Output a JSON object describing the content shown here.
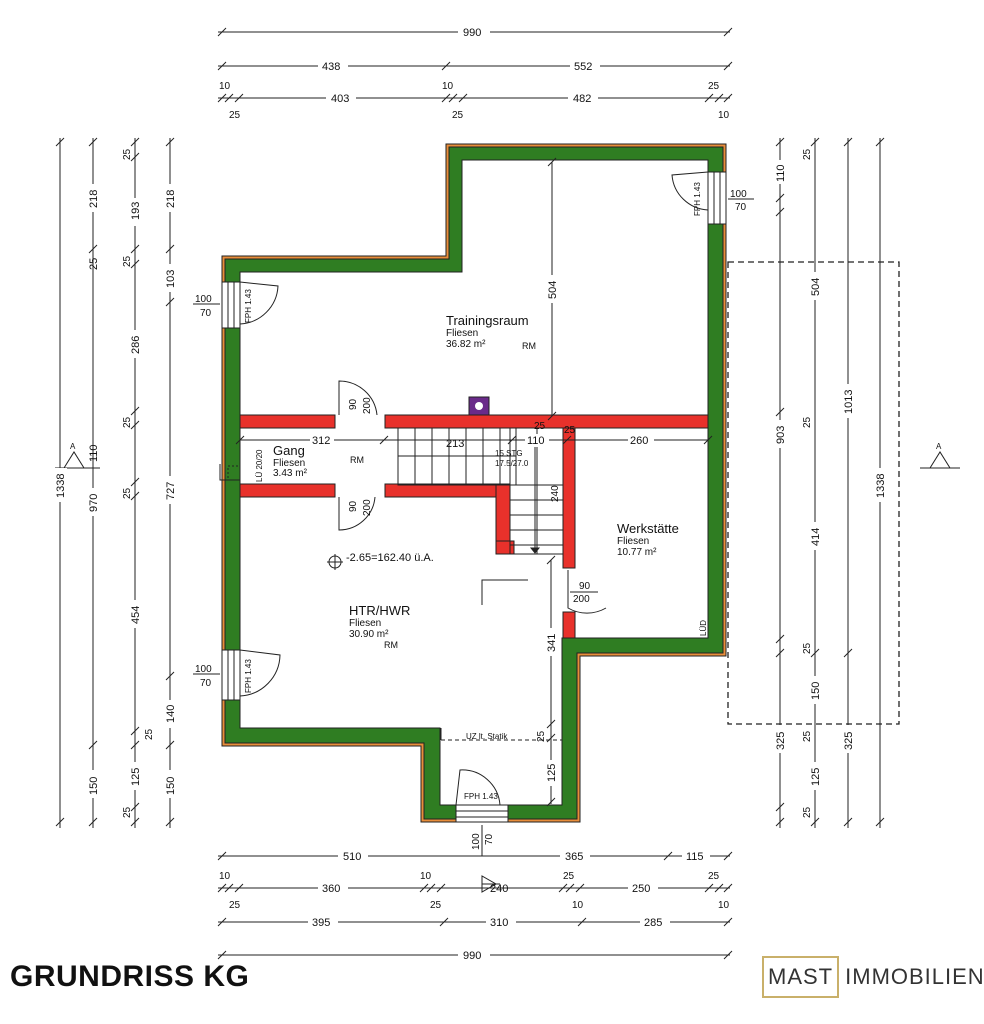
{
  "title": "GRUNDRISS KG",
  "logo": {
    "left": "MAST",
    "right": "IMMOBILIEN"
  },
  "rooms": {
    "trainingsraum": {
      "name": "Trainingsraum",
      "floor": "Fliesen",
      "area": "36.82 m²",
      "tag": "RM"
    },
    "gang": {
      "name": "Gang",
      "floor": "Fliesen",
      "area": "3.43 m²",
      "tag": "RM"
    },
    "werkstaette": {
      "name": "Werkstätte",
      "floor": "Fliesen",
      "area": "10.77 m²"
    },
    "htr": {
      "name": "HTR/HWR",
      "floor": "Fliesen",
      "area": "30.90 m²",
      "tag": "RM"
    }
  },
  "annotations": {
    "level": "-2.65=162.40 ü.A.",
    "stairs_steps": "15 STG",
    "stairs_ratio": "17.5/27.0",
    "uz": "UZ lt. Statik",
    "lued_left": "LÜ 20/20",
    "lued_right": "LÜD",
    "section": "A"
  },
  "windows": {
    "label": "FPH 1.43",
    "top_right": {
      "w": "100",
      "h": "70"
    },
    "left_upper": {
      "w": "100",
      "h": "70"
    },
    "left_lower": {
      "w": "100",
      "h": "70"
    },
    "bottom": {
      "w": "100",
      "h": "70"
    }
  },
  "doors": {
    "upper": {
      "w": "90",
      "h": "200"
    },
    "lower": {
      "w": "90",
      "h": "200"
    },
    "werk": {
      "w": "90",
      "h": "200"
    }
  },
  "dims": {
    "top_total": "990",
    "top_r1": [
      "438",
      "552"
    ],
    "top_r2": [
      "403",
      "482"
    ],
    "top_r2_small": [
      "10",
      "10",
      "25"
    ],
    "top_r2_below": [
      "25",
      "25",
      "10"
    ],
    "bottom_r1": [
      "510",
      "365",
      "115"
    ],
    "bottom_r2": [
      "360",
      "240",
      "250"
    ],
    "bottom_r2_small_above": [
      "10",
      "10",
      "25",
      "25"
    ],
    "bottom_r2_small_below": [
      "25",
      "25",
      "10",
      "10"
    ],
    "bottom_r3": [
      "395",
      "310",
      "285"
    ],
    "bottom_total": "990",
    "left_total": "1338",
    "left_mid": [
      "970",
      "150"
    ],
    "left_mid_small": [
      "218",
      "110",
      "25"
    ],
    "left_r3": [
      "25",
      "193",
      "25",
      "286",
      "25",
      "454",
      "25",
      "125",
      "25"
    ],
    "left_r4": [
      "218",
      "103",
      "727",
      "140",
      "150"
    ],
    "right_total": "1338",
    "right_r1": [
      "110",
      "25",
      "504",
      "25",
      "414",
      "25",
      "150",
      "25",
      "125",
      "25"
    ],
    "right_r2": [
      "903",
      "325"
    ],
    "right_r3": [
      "1013",
      "325"
    ],
    "inner": {
      "training_h": "504",
      "gang_312": "312",
      "stair_213": "213",
      "stair_110": "110",
      "stair_25": "25",
      "werk_260": "260",
      "stair_240": "240",
      "htr_341": "341",
      "htr_125": "125",
      "htr_25": "25",
      "left_25": "25"
    }
  }
}
